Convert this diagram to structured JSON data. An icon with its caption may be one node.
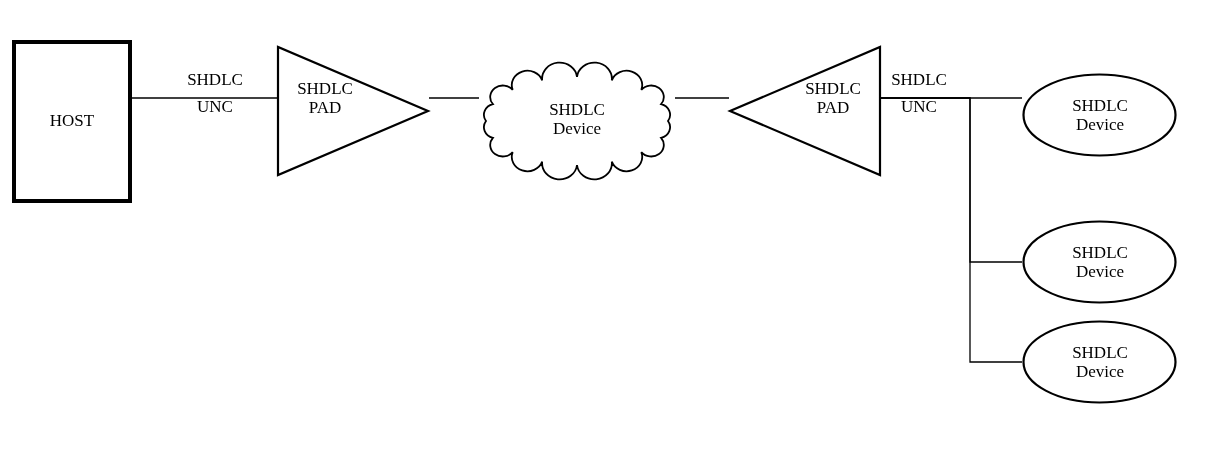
{
  "diagram": {
    "nodes": [
      {
        "text": [
          "HOST"
        ]
      },
      {
        "text": [
          "SHDLC PAD"
        ]
      },
      {
        "text": [
          "SHDLC Device"
        ]
      },
      {
        "text": [
          "SHDLC PAD"
        ]
      },
      {
        "text": [
          "SHDLC Device"
        ]
      },
      {
        "text": [
          "SHDLC Device"
        ]
      },
      {
        "text": [
          "SHDLC Device"
        ]
      }
    ],
    "edges": [
      {
        "from": 0,
        "to": 1,
        "arrow": "none",
        "label": "SHDLC UNC"
      },
      {
        "from": 1,
        "to": 2,
        "arrow": "none"
      },
      {
        "from": 2,
        "to": 3,
        "arrow": "none"
      },
      {
        "from": 3,
        "to": 4,
        "arrow": "none",
        "label": "SHDLC UNC"
      },
      {
        "from": 3,
        "to": 5,
        "arrow": "none"
      },
      {
        "from": 3,
        "to": 6,
        "arrow": "none"
      }
    ]
  }
}
